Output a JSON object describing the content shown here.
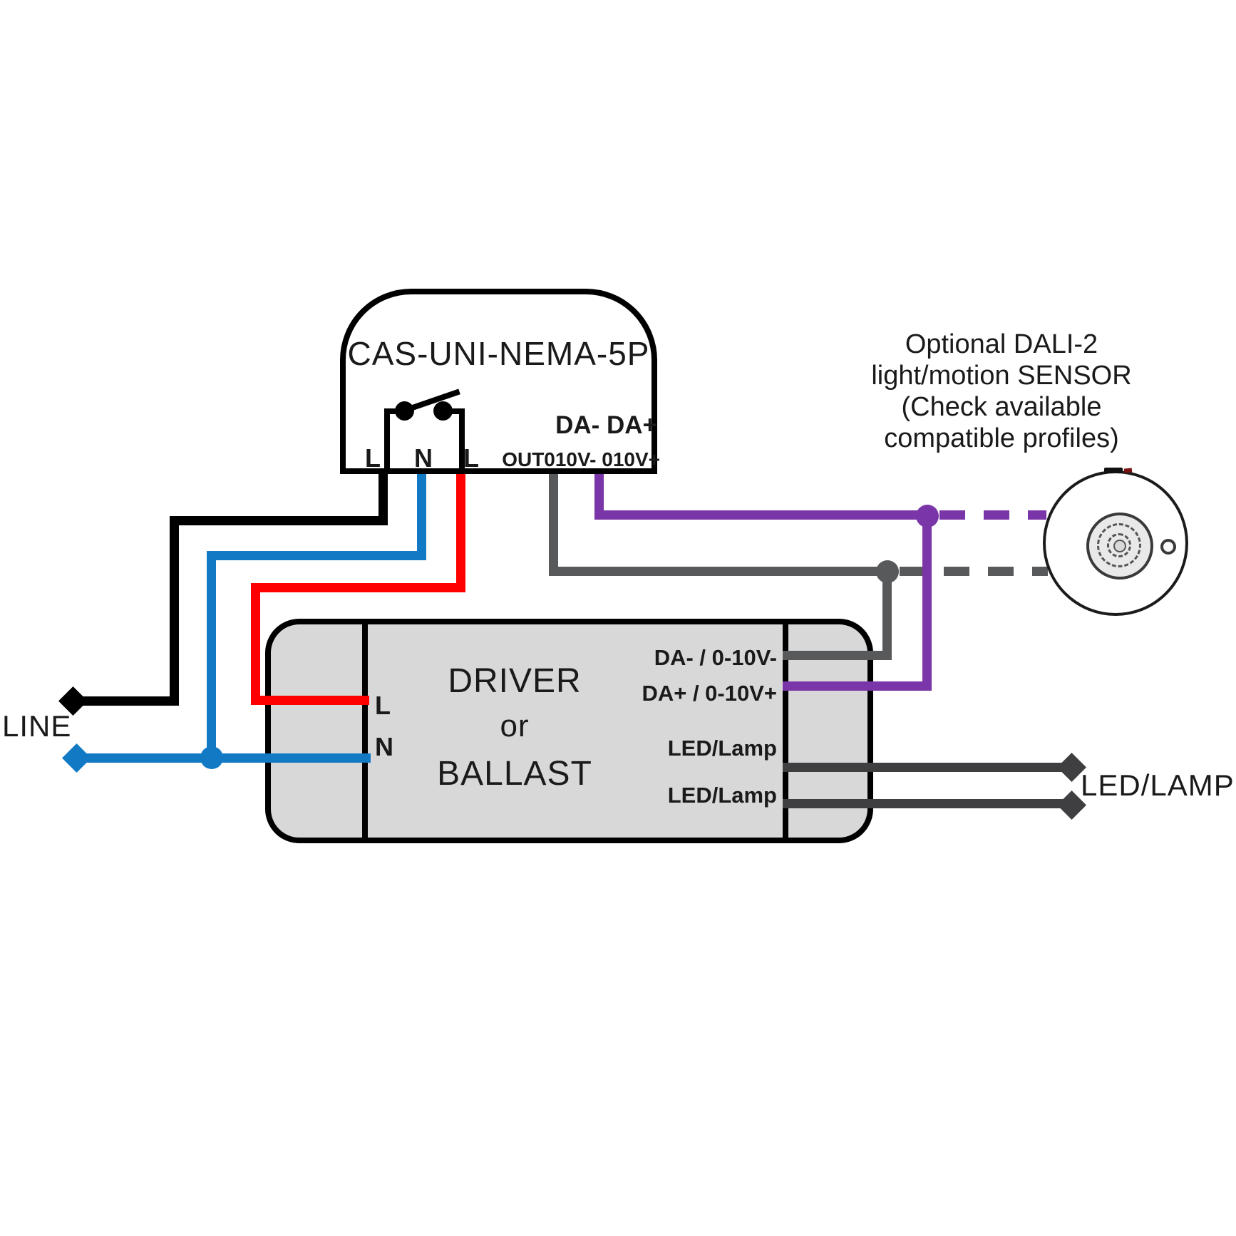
{
  "diagram": {
    "controller": {
      "title": "CAS-UNI-NEMA-5P",
      "terminal_l_left": "L",
      "terminal_n": "N",
      "terminal_l_right": "L",
      "dali_row": "DA- DA+",
      "out_row": "OUT010V- 010V+"
    },
    "driver": {
      "title_line1": "DRIVER",
      "title_line2": "or",
      "title_line3": "BALLAST",
      "terminal_l": "L",
      "terminal_n": "N",
      "right_terminals": [
        "DA- / 0-10V-",
        "DA+ / 0-10V+",
        "LED/Lamp",
        "LED/Lamp"
      ]
    },
    "sensor_note": {
      "line1": "Optional DALI-2",
      "line2": "light/motion SENSOR",
      "line3": "(Check available",
      "line4": "compatible profiles)"
    },
    "labels": {
      "line": "LINE",
      "led_lamp": "LED/LAMP"
    },
    "colors": {
      "line": "#000000",
      "neutral": "#1279c5",
      "switched": "#fe0000",
      "dali_minus": "#58595b",
      "dali_plus": "#7a35a8",
      "led": "#3f3f41",
      "driver_fill": "#d8d8d8",
      "outline": "#000000"
    }
  }
}
